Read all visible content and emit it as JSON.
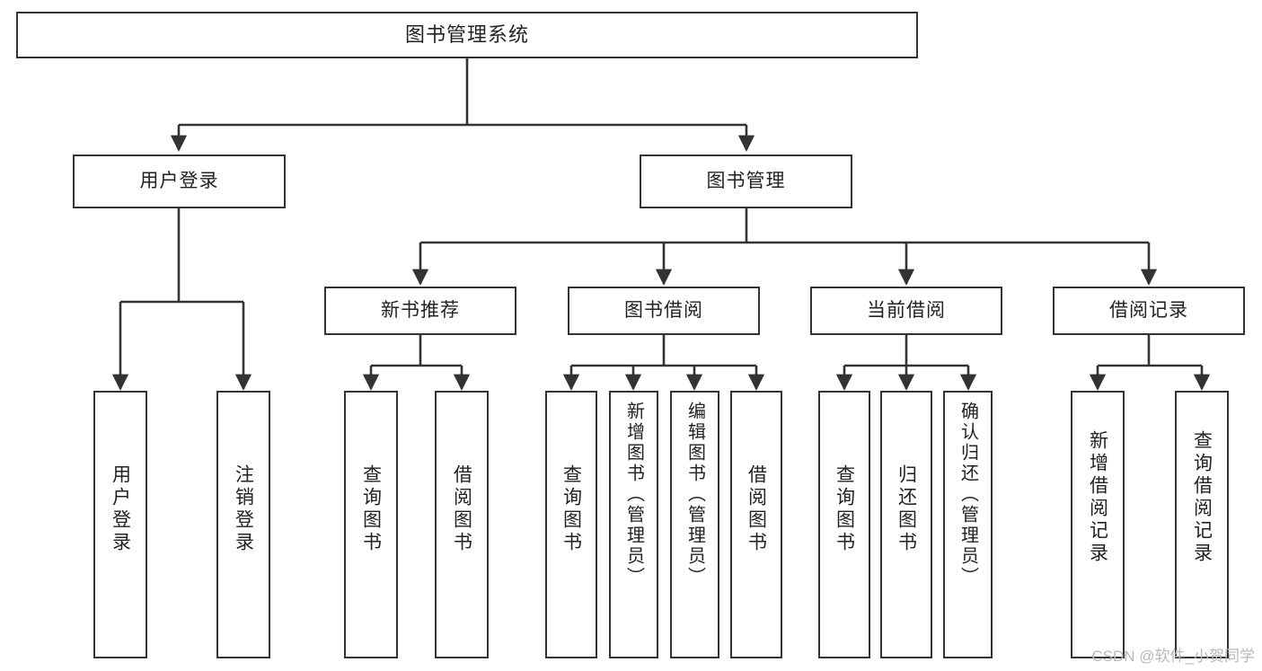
{
  "diagram": {
    "title": "图书管理系统",
    "type": "tree-hierarchy",
    "watermark": "CSDN @软件_小贺同学",
    "colors": {
      "box_border": "#333333",
      "box_fill": "#ffffff",
      "connector": "#333333",
      "text": "#222222",
      "watermark": "#b9b9b9",
      "background": "#ffffff"
    },
    "nodes": {
      "root": {
        "label": "图书管理系统",
        "level": 0,
        "orientation": "horizontal"
      },
      "user_login": {
        "label": "用户登录",
        "level": 1,
        "orientation": "horizontal"
      },
      "book_manage": {
        "label": "图书管理",
        "level": 1,
        "orientation": "horizontal"
      },
      "new_book_rec": {
        "label": "新书推荐",
        "level": 2,
        "orientation": "horizontal"
      },
      "book_borrow": {
        "label": "图书借阅",
        "level": 2,
        "orientation": "horizontal"
      },
      "current_borrow": {
        "label": "当前借阅",
        "level": 2,
        "orientation": "horizontal"
      },
      "borrow_record": {
        "label": "借阅记录",
        "level": 2,
        "orientation": "horizontal"
      },
      "leaf_user_login": {
        "label": "用户登录",
        "level": 2,
        "orientation": "vertical"
      },
      "leaf_logout": {
        "label": "注销登录",
        "level": 2,
        "orientation": "vertical"
      },
      "leaf_rec_query": {
        "label": "查询图书",
        "level": 3,
        "orientation": "vertical"
      },
      "leaf_rec_borrow": {
        "label": "借阅图书",
        "level": 3,
        "orientation": "vertical"
      },
      "leaf_borrow_query": {
        "label": "查询图书",
        "level": 3,
        "orientation": "vertical"
      },
      "leaf_add_book": {
        "label": "新增图书（管理员）",
        "level": 3,
        "orientation": "vertical"
      },
      "leaf_edit_book": {
        "label": "编辑图书（管理员）",
        "level": 3,
        "orientation": "vertical"
      },
      "leaf_borrow_book": {
        "label": "借阅图书",
        "level": 3,
        "orientation": "vertical"
      },
      "leaf_cur_query": {
        "label": "查询图书",
        "level": 3,
        "orientation": "vertical"
      },
      "leaf_return_book": {
        "label": "归还图书",
        "level": 3,
        "orientation": "vertical"
      },
      "leaf_confirm_return": {
        "label": "确认归还（管理员）",
        "level": 3,
        "orientation": "vertical"
      },
      "leaf_add_record": {
        "label": "新增借阅记录",
        "level": 3,
        "orientation": "vertical"
      },
      "leaf_query_record": {
        "label": "查询借阅记录",
        "level": 3,
        "orientation": "vertical"
      }
    },
    "edges": [
      {
        "from": "root",
        "to": "user_login"
      },
      {
        "from": "root",
        "to": "book_manage"
      },
      {
        "from": "user_login",
        "to": "leaf_user_login"
      },
      {
        "from": "user_login",
        "to": "leaf_logout"
      },
      {
        "from": "book_manage",
        "to": "new_book_rec"
      },
      {
        "from": "book_manage",
        "to": "book_borrow"
      },
      {
        "from": "book_manage",
        "to": "current_borrow"
      },
      {
        "from": "book_manage",
        "to": "borrow_record"
      },
      {
        "from": "new_book_rec",
        "to": "leaf_rec_query"
      },
      {
        "from": "new_book_rec",
        "to": "leaf_rec_borrow"
      },
      {
        "from": "book_borrow",
        "to": "leaf_borrow_query"
      },
      {
        "from": "book_borrow",
        "to": "leaf_add_book"
      },
      {
        "from": "book_borrow",
        "to": "leaf_edit_book"
      },
      {
        "from": "book_borrow",
        "to": "leaf_borrow_book"
      },
      {
        "from": "current_borrow",
        "to": "leaf_cur_query"
      },
      {
        "from": "current_borrow",
        "to": "leaf_return_book"
      },
      {
        "from": "current_borrow",
        "to": "leaf_confirm_return"
      },
      {
        "from": "borrow_record",
        "to": "leaf_add_record"
      },
      {
        "from": "borrow_record",
        "to": "leaf_query_record"
      }
    ]
  }
}
